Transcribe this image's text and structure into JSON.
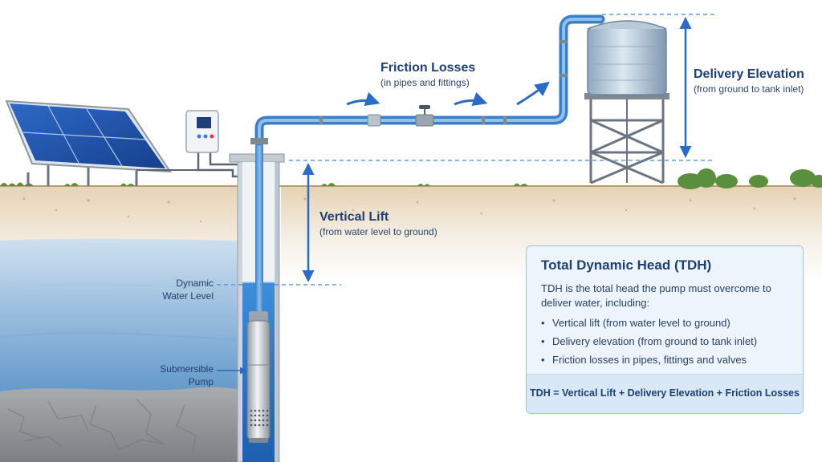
{
  "labels": {
    "friction": {
      "title": "Friction Losses",
      "sub": "(in pipes and fittings)"
    },
    "delivery": {
      "title": "Delivery Elevation",
      "sub": "(from ground to tank inlet)"
    },
    "vertical": {
      "title": "Vertical Lift",
      "sub": "(from water level to ground)"
    },
    "dynamic_water_level": {
      "line1": "Dynamic",
      "line2": "Water Level"
    },
    "submersible_pump": {
      "line1": "Submersible",
      "line2": "Pump"
    }
  },
  "tdh_box": {
    "title": "Total Dynamic Head (TDH)",
    "intro": "TDH is the total head the pump must overcome to deliver water, including:",
    "items": [
      "Vertical lift (from water level to ground)",
      "Delivery elevation (from ground to tank inlet)",
      "Friction losses in pipes, fittings and valves"
    ],
    "bullet": "•",
    "formula": "TDH = Vertical Lift + Delivery Elevation + Friction Losses"
  },
  "colors": {
    "arrow_blue": "#2a6bc4",
    "pipe_blue": "#5b9ad8",
    "water_blue": "#6aa6dc",
    "soil_tan": "#efe3d0",
    "grass_green": "#5a8f3d",
    "solar_panel_blue": "#1d4fa8",
    "tank_steel": "#b9cad9"
  }
}
